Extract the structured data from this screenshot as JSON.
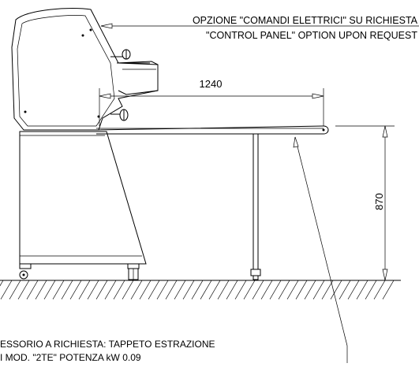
{
  "notes": {
    "option_it": "OPZIONE \"COMANDI ELETTRICI\" SU RICHIESTA",
    "option_en": "\"CONTROL PANEL\" OPTION UPON REQUEST",
    "accessory_line1": "ESSORIO A RICHIESTA: TAPPETO ESTRAZIONE",
    "accessory_line2": "I MOD. \"2TE\" POTENZA kW 0.09"
  },
  "dimensions": {
    "conveyor_length": "1240",
    "table_height": "870"
  }
}
